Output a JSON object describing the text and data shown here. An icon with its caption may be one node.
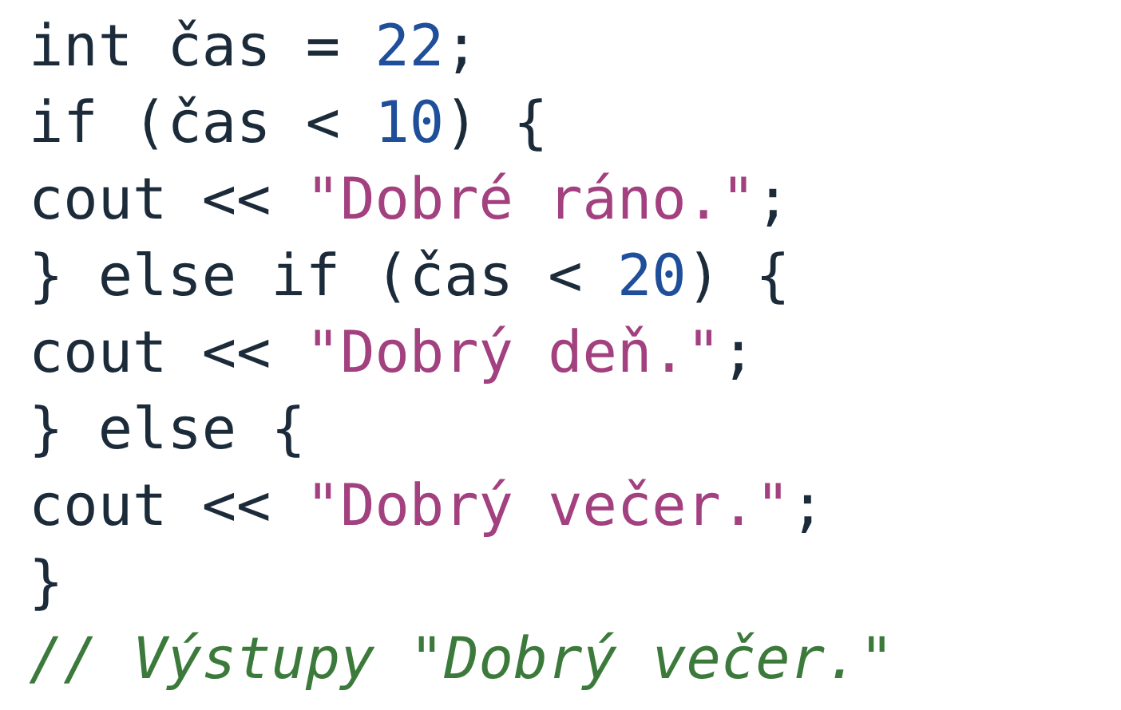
{
  "diagram": {
    "labels": [
      "int čas = 22;",
      "if (čas < 10) {",
      "cout << \"Dobré ráno.\";",
      "} else if (čas < 20) {",
      "cout << \"Dobrý deň.\";",
      "} else {",
      "cout << \"Dobrý večer.\";",
      "}",
      "// Výstupy \"Dobrý večer.\""
    ]
  }
}
